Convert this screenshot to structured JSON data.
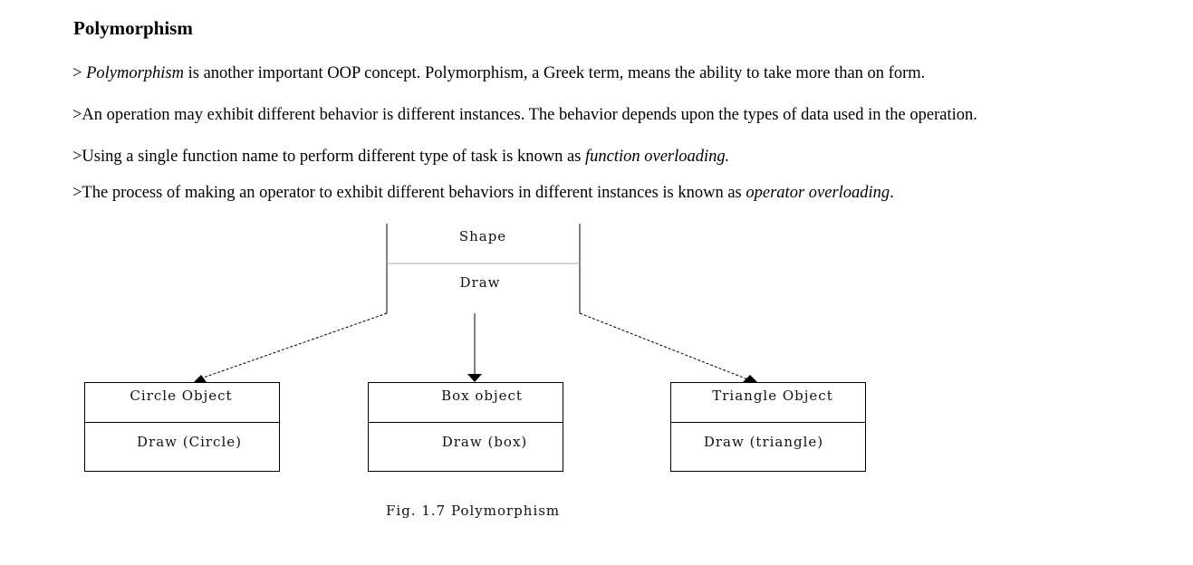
{
  "heading": "Polymorphism",
  "paragraphs": {
    "p1": {
      "prefix": "> ",
      "italic": "Polymorphism",
      "rest": " is another important OOP concept. Polymorphism, a Greek term, means the ability to take more than on form."
    },
    "p2": {
      "text": ">An operation may exhibit different behavior is different instances. The behavior depends upon the types of data used in the operation."
    },
    "p3": {
      "prefix": ">Using a single function name to perform different type of task is known as ",
      "italic": "function overloading."
    },
    "p4": {
      "prefix": ">The process of making an operator to exhibit different behaviors in different instances is known as ",
      "italic": "operator overloading",
      "suffix": "."
    }
  },
  "diagram": {
    "parent": {
      "name": "Shape",
      "method": "Draw"
    },
    "children": [
      {
        "name": "Circle Object",
        "method": "Draw (Circle)"
      },
      {
        "name": "Box object",
        "method": "Draw (box)"
      },
      {
        "name": "Triangle Object",
        "method": "Draw (triangle)"
      }
    ],
    "caption": "Fig. 1.7 Polymorphism"
  }
}
